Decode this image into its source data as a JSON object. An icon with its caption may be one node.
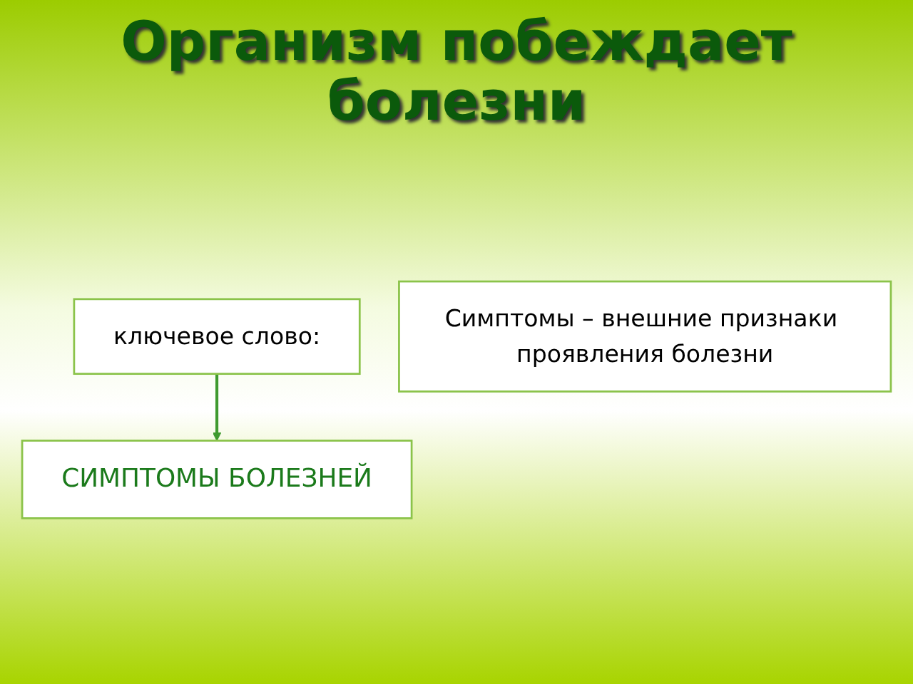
{
  "diagram": {
    "title": "Организм побеждает болезни",
    "nodes": [
      {
        "text": [
          "ключевое слово:"
        ]
      },
      {
        "text": [
          "СИМПТОМЫ БОЛЕЗНЕЙ"
        ]
      },
      {
        "text": [
          "Симптомы – внешние признаки проявления болезни"
        ]
      }
    ],
    "edges": [
      {
        "from": 0,
        "to": 1,
        "arrow": "to"
      }
    ]
  }
}
